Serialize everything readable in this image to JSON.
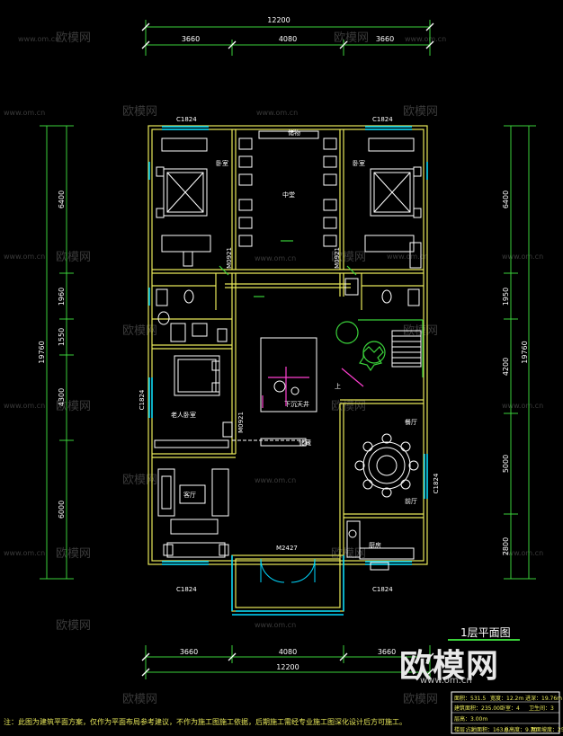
{
  "drawing_title": "1层平面图",
  "brand": {
    "logo_text": "欧模网",
    "url": "www.om.cn"
  },
  "watermarks": {
    "text": "欧模网",
    "url": "www.om.cn"
  },
  "dimensions": {
    "top_total": "12200",
    "top_segments": [
      "3660",
      "4080",
      "3660"
    ],
    "bottom_total": "12200",
    "bottom_segments": [
      "3660",
      "4080",
      "3660"
    ],
    "left_total": "19760",
    "left_segments": [
      "6400",
      "1960",
      "1550",
      "4300",
      "6000"
    ],
    "right_total": "19760",
    "right_segments": [
      "6400",
      "1950",
      "4200",
      "5000",
      "2800"
    ]
  },
  "rooms": {
    "bedroom_left": "卧室",
    "bedroom_right": "卧室",
    "central_room": "中堂",
    "elder_bedroom": "老人卧室",
    "courtyard": "下沉天井",
    "living_room": "客厅",
    "dining": "餐厅",
    "kitchen": "厨房",
    "lobby": "前厅",
    "cabinet": "储藏",
    "storage": "储物"
  },
  "labels": {
    "window_c1824_tl": "C1824",
    "window_c1824_tr": "C1824",
    "window_c1824_bl": "C1824",
    "window_c1824_br": "C1824",
    "window_c1824_left": "C1824",
    "window_c1824_right": "C1824",
    "door_m0921_a": "M0921",
    "door_m0921_b": "M0921",
    "door_m0921_c": "M0921",
    "door_m2427": "M2427",
    "up_mark": "上"
  },
  "notes": {
    "footer": "注：此图为建筑平面方案，仅作为平面布局参考建议，不作为施工图施工依据，后期施工需经专业施工图深化设计后方可施工。"
  },
  "title_block": {
    "row1": [
      "面积：531.5",
      "宽度：12.2m",
      "进深：19.76m"
    ],
    "row2": [
      "建筑面积：235.00",
      "卧室：4",
      "卫生间：3"
    ],
    "row3": [
      "层高：3.00m"
    ],
    "row4": [
      "楼层：1",
      "占地面积：163.0",
      "总高度：9.70",
      "屋面坡度：25°"
    ]
  },
  "colors": {
    "wall": "#e8e85a",
    "dim_line": "#3ad13a",
    "dim_text": "#ffffff",
    "furniture": "#ffffff",
    "window": "#00d8ff",
    "green_plant": "#3ad13a",
    "pink": "#ff3fd0",
    "title_underline": "#3ad13a"
  }
}
